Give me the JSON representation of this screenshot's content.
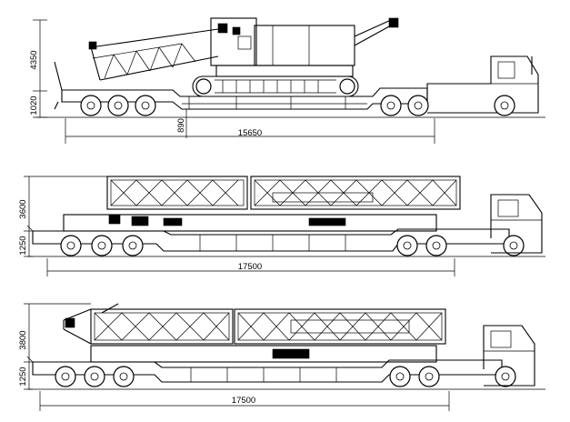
{
  "views": [
    {
      "id": "crawler-crane-transport",
      "dimensions": {
        "height_upper": "4350",
        "height_deck": "1020",
        "deck_drop": "890",
        "length": "15650"
      }
    },
    {
      "id": "boom-sections-transport-1",
      "dimensions": {
        "height_upper": "3600",
        "height_deck": "1250",
        "length": "17500"
      }
    },
    {
      "id": "boom-sections-transport-2",
      "dimensions": {
        "height_upper": "3800",
        "height_deck": "1250",
        "length": "17500"
      }
    }
  ]
}
